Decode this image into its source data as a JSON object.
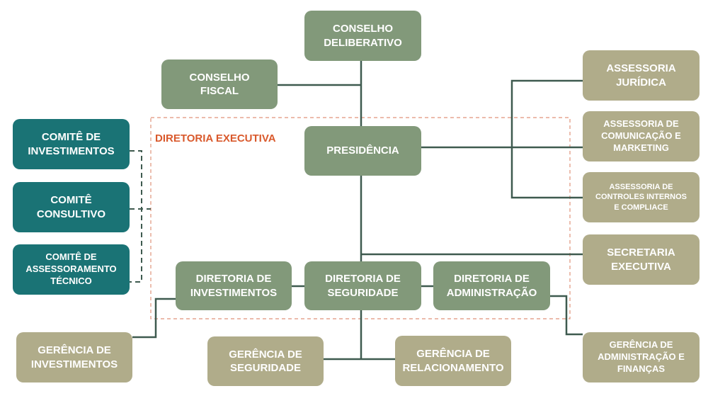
{
  "labels": {
    "diretoria_executiva": "DIRETORIA EXECUTIVA"
  },
  "nodes": {
    "conselho_deliberativo": "CONSELHO\nDELIBERATIVO",
    "conselho_fiscal": "CONSELHO\nFISCAL",
    "presidencia": "PRESIDÊNCIA",
    "comite_investimentos": "COMITÊ DE\nINVESTIMENTOS",
    "comite_consultivo": "COMITÊ\nCONSULTIVO",
    "comite_assessoramento": "COMITÊ DE\nASSESSORAMENTO\nTÉCNICO",
    "assessoria_juridica": "ASSESSORIA\nJURÍDICA",
    "assessoria_comunicacao": "ASSESSORIA DE\nCOMUNICAÇÃO E\nMARKETING",
    "assessoria_controles": "ASSESSORIA DE\nCONTROLES INTERNOS\nE COMPLIACE",
    "secretaria_executiva": "SECRETARIA\nEXECUTIVA",
    "diretoria_investimentos": "DIRETORIA DE\nINVESTIMENTOS",
    "diretoria_seguridade": "DIRETORIA DE\nSEGURIDADE",
    "diretoria_administracao": "DIRETORIA DE\nADMINISTRAÇÃO",
    "gerencia_investimentos": "GERÊNCIA DE\nINVESTIMENTOS",
    "gerencia_seguridade": "GERÊNCIA DE\nSEGURIDADE",
    "gerencia_relacionamento": "GERÊNCIA DE\nRELACIONAMENTO",
    "gerencia_administracao": "GERÊNCIA DE\nADMINISTRAÇÃO E\nFINANÇAS"
  },
  "colors": {
    "green": "#82997a",
    "teal": "#1a7375",
    "khaki": "#b0ac8a",
    "connector": "#3e5a4f",
    "dashed_frame": "#e0927a",
    "label_accent": "#d9592c"
  }
}
